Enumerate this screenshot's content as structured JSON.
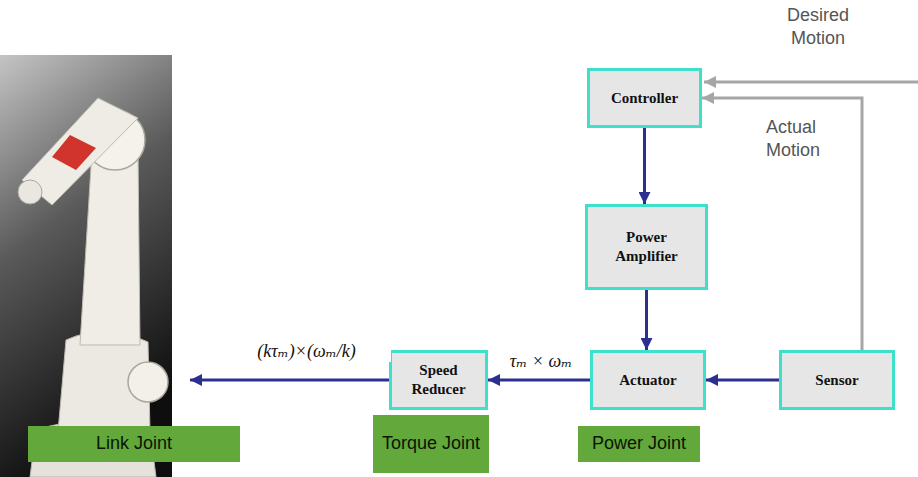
{
  "diagram": {
    "nodes": [
      {
        "text": [
          "Controller"
        ]
      },
      {
        "text": [
          "Power Amplifier"
        ]
      },
      {
        "text": [
          "Speed Reducer"
        ]
      },
      {
        "text": [
          "Actuator"
        ]
      },
      {
        "text": [
          "Sensor"
        ]
      },
      {
        "text": [
          "Link Joint"
        ]
      },
      {
        "text": [
          "Torque Joint"
        ]
      },
      {
        "text": [
          "Power Joint"
        ]
      }
    ],
    "edges": [
      {
        "from": 0,
        "to": 1,
        "arrow": "to"
      },
      {
        "from": 1,
        "to": 3,
        "arrow": "to"
      },
      {
        "from": 4,
        "to": 3,
        "arrow": "to"
      },
      {
        "from": 3,
        "to": 2,
        "arrow": "to",
        "label": "τₘ × ωₘ"
      },
      {
        "from": 4,
        "to": 0,
        "arrow": "to",
        "label": "Actual Motion"
      }
    ],
    "labels": [
      "Desired Motion",
      "(kτₘ)×(ωₘ/k)"
    ]
  }
}
